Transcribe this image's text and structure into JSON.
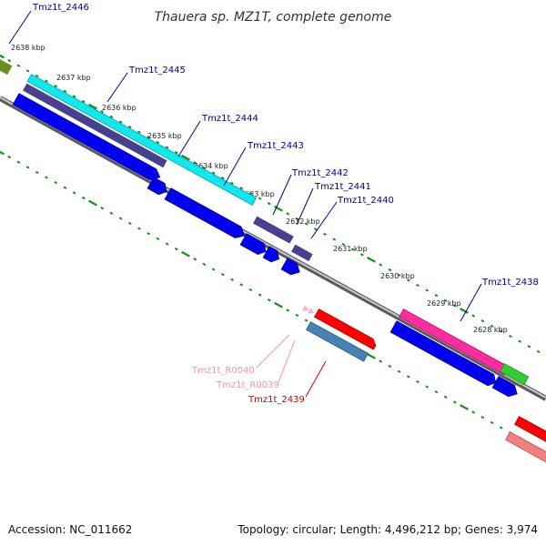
{
  "title": "Thauera sp. MZ1T, complete genome",
  "footer": {
    "accession": "Accession: NC_011662",
    "topology": "Topology: circular; Length: 4,496,212 bp; Genes: 3,974"
  },
  "ticks": [
    "2638 kbp",
    "2637 kbp",
    "2636 kbp",
    "2635 kbp",
    "2634 kbp",
    "2633 kbp",
    "2632 kbp",
    "2631 kbp",
    "2630 kbp",
    "2629 kbp",
    "2628 kbp"
  ],
  "genes": [
    {
      "id": "g2446",
      "label": "Tmz1t_2446",
      "color": "#00008b"
    },
    {
      "id": "g2445",
      "label": "Tmz1t_2445",
      "color": "#00008b"
    },
    {
      "id": "g2444",
      "label": "Tmz1t_2444",
      "color": "#00008b"
    },
    {
      "id": "g2443",
      "label": "Tmz1t_2443",
      "color": "#00008b"
    },
    {
      "id": "g2442",
      "label": "Tmz1t_2442",
      "color": "#00008b"
    },
    {
      "id": "g2441",
      "label": "Tmz1t_2441",
      "color": "#00008b"
    },
    {
      "id": "g2440",
      "label": "Tmz1t_2440",
      "color": "#00008b"
    },
    {
      "id": "g2438",
      "label": "Tmz1t_2438",
      "color": "#00008b"
    },
    {
      "id": "r0040",
      "label": "Tmz1t_R0040",
      "color": "#ff8cb4"
    },
    {
      "id": "r0039",
      "label": "Tmz1t_R0039",
      "color": "#ff8cb4"
    },
    {
      "id": "g2439",
      "label": "Tmz1t_2439",
      "color": "#cc0000"
    }
  ],
  "colors": {
    "backbone": "#888888",
    "tick_green": "#1a8f1a",
    "cds_blue": "#0000ee",
    "cds_cyan": "#11e8ee",
    "cds_slate": "#46408e",
    "cds_red": "#ff0000",
    "cds_steel": "#4682b4",
    "cds_magenta": "#ff2d9e",
    "cds_green": "#33cc33",
    "cds_olive": "#6b8e23",
    "cds_salmon": "#f08080",
    "rna_pink": "#ffaacc"
  }
}
